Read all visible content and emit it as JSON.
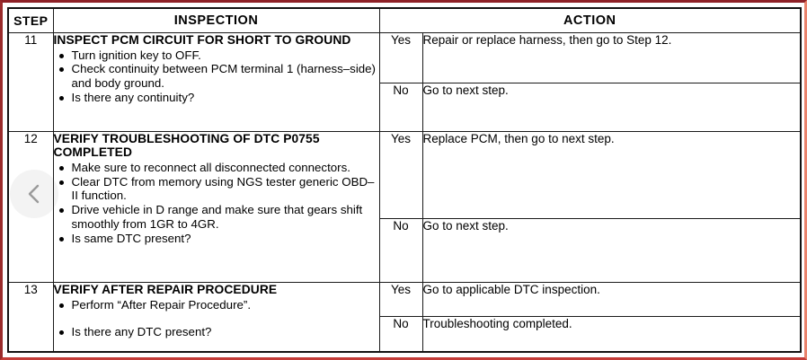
{
  "document": {
    "title": "DTC Troubleshooting Inspection Table",
    "frame_color_top": "#8d2026",
    "frame_color_right": "#e9836c",
    "frame_color_bottom": "#c23b37"
  },
  "table": {
    "headers": {
      "step": "STEP",
      "inspection": "INSPECTION",
      "action": "ACTION"
    },
    "rows": [
      {
        "step": "11",
        "inspection": {
          "title": "INSPECT PCM CIRCUIT FOR SHORT TO GROUND",
          "bullets": [
            "Turn ignition key to OFF.",
            "Check continuity between PCM terminal 1 (harness–side) and body ground.",
            "Is there any continuity?"
          ]
        },
        "results": [
          {
            "label": "Yes",
            "action": "Repair or replace harness, then go to Step 12."
          },
          {
            "label": "No",
            "action": "Go to next step."
          }
        ]
      },
      {
        "step": "12",
        "inspection": {
          "title": "VERIFY TROUBLESHOOTING OF DTC P0755 COMPLETED",
          "bullets": [
            "Make sure to reconnect all disconnected connectors.",
            "Clear DTC from memory using NGS tester generic OBD–II function.",
            "Drive vehicle in D range and make sure that gears shift smoothly from 1GR to 4GR.",
            "Is same DTC present?"
          ]
        },
        "results": [
          {
            "label": "Yes",
            "action": "Replace PCM, then go to next step."
          },
          {
            "label": "No",
            "action": "Go to next step."
          }
        ]
      },
      {
        "step": "13",
        "inspection": {
          "title": "VERIFY AFTER REPAIR PROCEDURE",
          "bullets": [
            "Perform “After Repair Procedure”.",
            "Is there any DTC present?"
          ]
        },
        "results": [
          {
            "label": "Yes",
            "action": "Go to applicable DTC inspection."
          },
          {
            "label": "No",
            "action": "Troubleshooting completed."
          }
        ]
      }
    ]
  },
  "overlay": {
    "prev_button": {
      "icon": "chevron-left-icon",
      "label": ""
    }
  }
}
